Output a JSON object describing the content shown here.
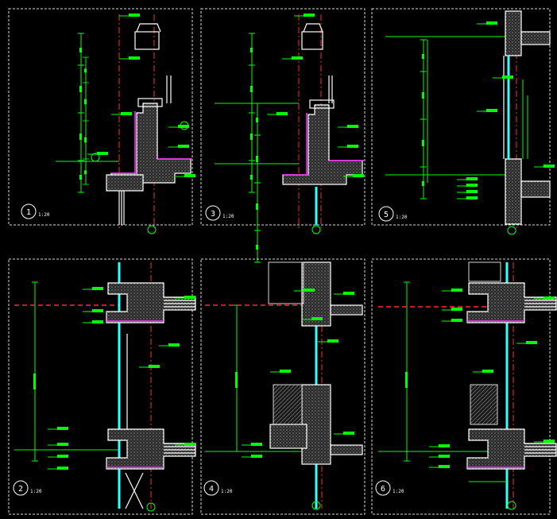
{
  "drawing": {
    "panels": [
      {
        "id": "1",
        "detail_number": "1",
        "scale": "1:20"
      },
      {
        "id": "3",
        "detail_number": "3",
        "scale": "1:20"
      },
      {
        "id": "5",
        "detail_number": "5",
        "scale": "1:20"
      },
      {
        "id": "2",
        "detail_number": "2",
        "scale": "1:20"
      },
      {
        "id": "4",
        "detail_number": "4",
        "scale": "1:20"
      },
      {
        "id": "6",
        "detail_number": "6",
        "scale": "1:20"
      }
    ],
    "colors": {
      "background": "#000000",
      "frame": "#d9d9d9",
      "dimension": "#00ff00",
      "outline": "#ffffff",
      "axis": "#ff2a2a",
      "membrane": "#ff33ff",
      "glass": "#33ffff"
    }
  }
}
